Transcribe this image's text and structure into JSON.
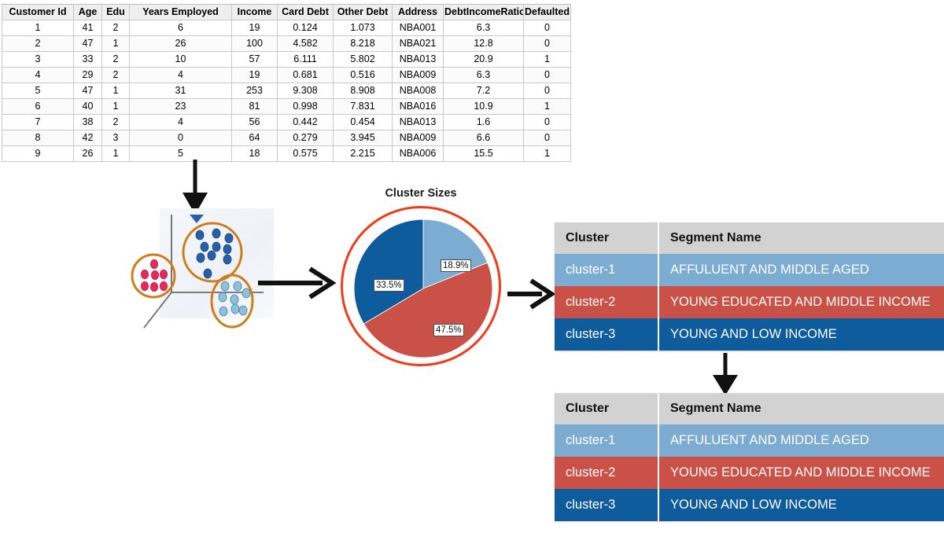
{
  "data_table": {
    "columns": [
      "Customer Id",
      "Age",
      "Edu",
      "Years Employed",
      "Income",
      "Card Debt",
      "Other Debt",
      "Address",
      "DebtIncomeRatio",
      "Defaulted"
    ],
    "rows": [
      [
        "1",
        "41",
        "2",
        "6",
        "19",
        "0.124",
        "1.073",
        "NBA001",
        "6.3",
        "0"
      ],
      [
        "2",
        "47",
        "1",
        "26",
        "100",
        "4.582",
        "8.218",
        "NBA021",
        "12.8",
        "0"
      ],
      [
        "3",
        "33",
        "2",
        "10",
        "57",
        "6.111",
        "5.802",
        "NBA013",
        "20.9",
        "1"
      ],
      [
        "4",
        "29",
        "2",
        "4",
        "19",
        "0.681",
        "0.516",
        "NBA009",
        "6.3",
        "0"
      ],
      [
        "5",
        "47",
        "1",
        "31",
        "253",
        "9.308",
        "8.908",
        "NBA008",
        "7.2",
        "0"
      ],
      [
        "6",
        "40",
        "1",
        "23",
        "81",
        "0.998",
        "7.831",
        "NBA016",
        "10.9",
        "1"
      ],
      [
        "7",
        "38",
        "2",
        "4",
        "56",
        "0.442",
        "0.454",
        "NBA013",
        "1.6",
        "0"
      ],
      [
        "8",
        "42",
        "3",
        "0",
        "64",
        "0.279",
        "3.945",
        "NBA009",
        "6.6",
        "0"
      ],
      [
        "9",
        "26",
        "1",
        "5",
        "18",
        "0.575",
        "2.215",
        "NBA006",
        "15.5",
        "1"
      ]
    ]
  },
  "chart_data": {
    "type": "pie",
    "title": "Cluster Sizes",
    "categories": [
      "cluster-1",
      "cluster-2",
      "cluster-3"
    ],
    "values": [
      18.9,
      47.5,
      33.5
    ],
    "labels": [
      "18.9%",
      "47.5%",
      "33.5%"
    ],
    "colors": [
      "#7cacd2",
      "#ca5147",
      "#0f5c9c"
    ],
    "legend": "none",
    "start_angle_deg": 0,
    "direction": "clockwise",
    "highlight_ring_color": "#ef3b16"
  },
  "scatter_plot": {
    "name": "3d-cluster-scatter",
    "clusters": [
      {
        "name": "cluster-red",
        "color": "#e8275a",
        "circle_color": "#cf7d18",
        "count": 7
      },
      {
        "name": "cluster-dark-blue",
        "color": "#2a5fa8",
        "circle_color": "#cf7d18",
        "count": 10
      },
      {
        "name": "cluster-light-blue",
        "color": "#8fc0d9",
        "circle_color": "#cf7d18",
        "count": 8
      }
    ],
    "axis_color": "#6b6b6b",
    "marker_top": "triangle-marker"
  },
  "cluster_table_1": {
    "name": "cluster-segment-table-top",
    "headers": [
      "Cluster",
      "Segment Name"
    ],
    "rows": [
      {
        "cluster": "cluster-1",
        "segment": "AFFULUENT AND MIDDLE AGED"
      },
      {
        "cluster": "cluster-2",
        "segment": "YOUNG EDUCATED AND MIDDLE INCOME"
      },
      {
        "cluster": "cluster-3",
        "segment": "YOUNG AND LOW INCOME"
      }
    ]
  },
  "cluster_table_2": {
    "name": "cluster-segment-table-bottom",
    "headers": [
      "Cluster",
      "Segment Name"
    ],
    "rows": [
      {
        "cluster": "cluster-1",
        "segment": "AFFULUENT AND MIDDLE AGED"
      },
      {
        "cluster": "cluster-2",
        "segment": "YOUNG EDUCATED AND MIDDLE INCOME"
      },
      {
        "cluster": "cluster-3",
        "segment": "YOUNG AND LOW INCOME"
      }
    ]
  },
  "arrows": {
    "table_to_scatter": "arrow-down",
    "scatter_to_pie": "arrow-right",
    "pie_to_table": "arrow-right",
    "table_to_table": "arrow-down"
  },
  "colors": {
    "cluster1": "#7cacd2",
    "cluster2": "#ca5147",
    "cluster3": "#0f5c9c",
    "header_gray": "#d2d2d2",
    "ring_red": "#ef3b16",
    "circle_orange": "#cf7d18"
  }
}
